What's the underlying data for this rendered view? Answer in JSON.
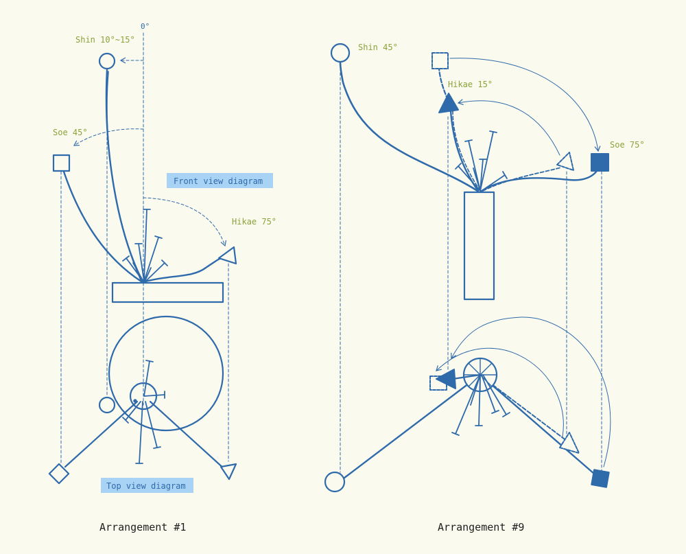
{
  "colors": {
    "background": "#fbfaef",
    "stroke": "#2f6aaa",
    "label": "#8aa33a",
    "tag_fill": "#a9d3f5",
    "caption": "#1e1e1e"
  },
  "arrangement1": {
    "zero_label": "0°",
    "shin_label": "Shin 10°~15°",
    "soe_label": "Soe 45°",
    "hikae_label": "Hikae 75°",
    "front_tag": "Front view diagram",
    "top_tag": "Top view diagram",
    "caption": "Arrangement #1"
  },
  "arrangement9": {
    "shin_label": "Shin 45°",
    "hikae_label": "Hikae 15°",
    "soe_label": "Soe 75°",
    "caption": "Arrangement #9"
  }
}
